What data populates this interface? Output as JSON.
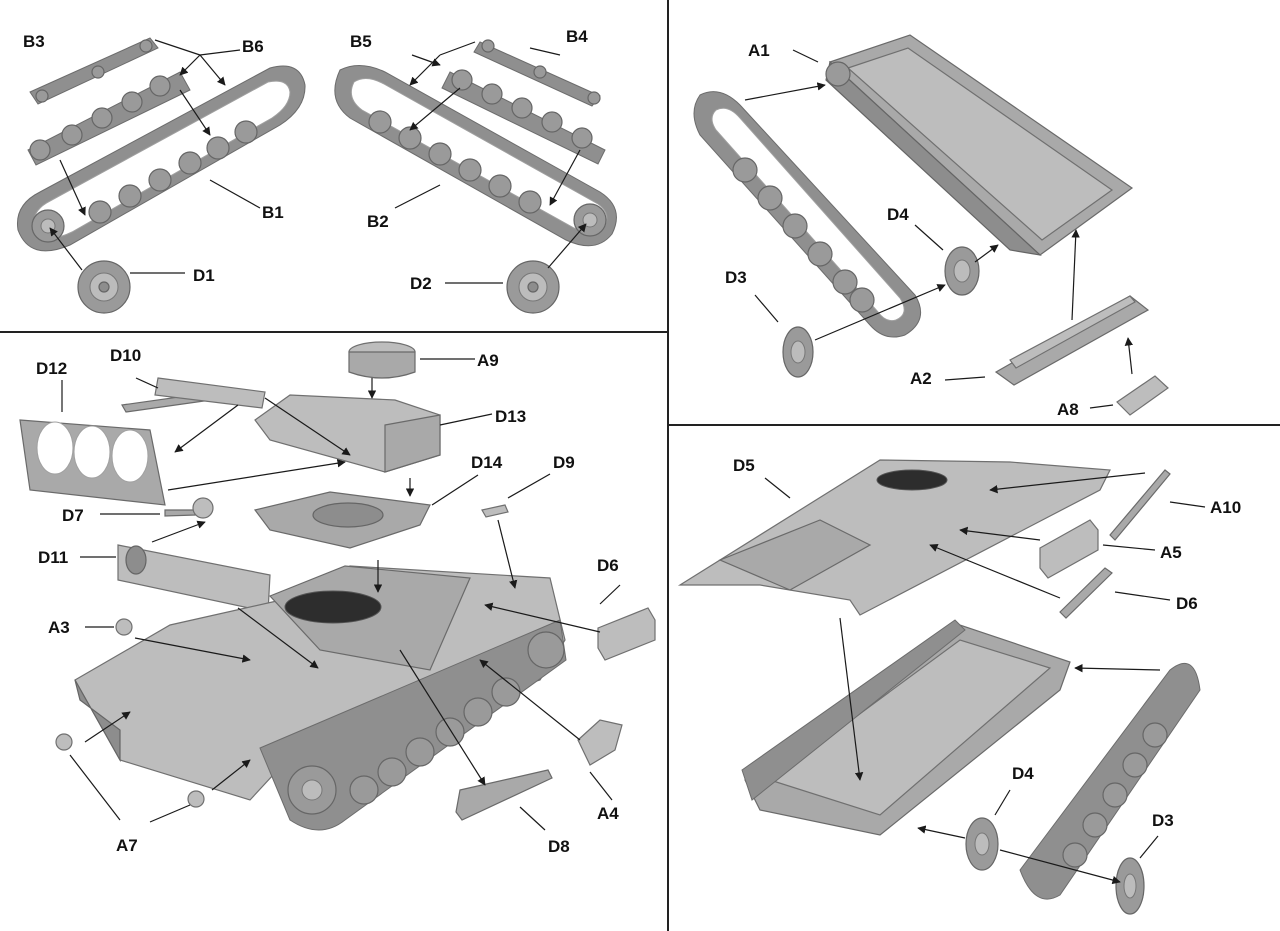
{
  "panels": {
    "top_left": {
      "labels": {
        "b3": "B3",
        "b6": "B6",
        "b5": "B5",
        "b4": "B4",
        "b1": "B1",
        "b2": "B2",
        "d1": "D1",
        "d2": "D2"
      }
    },
    "top_right": {
      "labels": {
        "a1": "A1",
        "d4": "D4",
        "d3": "D3",
        "a2": "A2",
        "a8": "A8"
      }
    },
    "bottom_left": {
      "labels": {
        "d10": "D10",
        "d12": "D12",
        "a9": "A9",
        "d13": "D13",
        "d14": "D14",
        "d9": "D9",
        "d7": "D7",
        "d11": "D11",
        "d6": "D6",
        "a3": "A3",
        "a4": "A4",
        "a7": "A7",
        "d8": "D8"
      }
    },
    "bottom_right": {
      "labels": {
        "d5": "D5",
        "a10": "A10",
        "a5": "A5",
        "d6": "D6",
        "d4": "D4",
        "d3": "D3"
      }
    }
  },
  "colors": {
    "part": "#a9a9a9",
    "line": "#1a1a1a",
    "background": "#ffffff"
  }
}
